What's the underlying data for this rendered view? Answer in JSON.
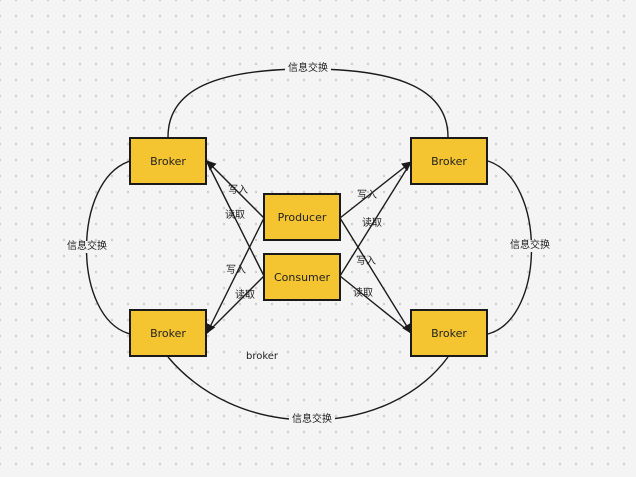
{
  "nodes": {
    "broker_tl": "Broker",
    "broker_tr": "Broker",
    "broker_bl": "Broker",
    "broker_br": "Broker",
    "producer": "Producer",
    "consumer": "Consumer"
  },
  "edge_labels": {
    "exchange_top": "信息交换",
    "exchange_left": "信息交换",
    "exchange_right": "信息交换",
    "exchange_bottom": "信息交换",
    "write_prod_tl": "写入",
    "read_cons_tl": "读取",
    "write_prod_bl": "写入",
    "read_cons_bl": "读取",
    "write_prod_tr": "写入",
    "read_cons_tr": "读取",
    "write_prod_br": "写入",
    "read_cons_br": "读取"
  },
  "caption": "broker",
  "colors": {
    "node_fill": "#f5c431",
    "stroke": "#1a1a1a",
    "background": "#f4f4f4"
  }
}
